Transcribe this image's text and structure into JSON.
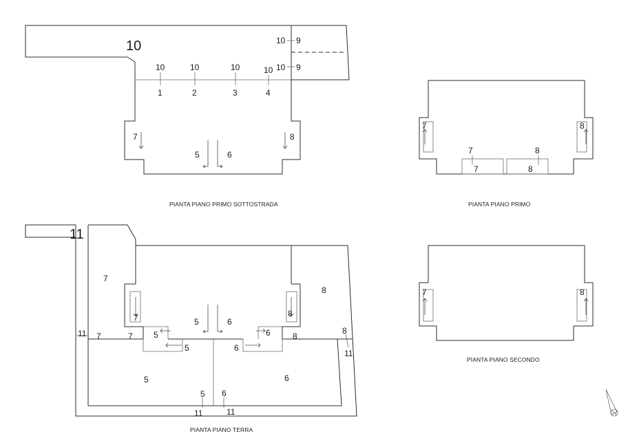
{
  "plans": {
    "first_basement": {
      "title": "PIANTA PIANO PRIMO SOTTOSTRADA",
      "sector_label": "10",
      "labels": [
        "10",
        "9",
        "10",
        "10",
        "10",
        "10",
        "10",
        "9",
        "1",
        "2",
        "3",
        "4",
        "7",
        "8",
        "5",
        "6"
      ]
    },
    "first_floor": {
      "title": "PIANTA PIANO PRIMO",
      "labels": [
        "7",
        "8",
        "7",
        "8",
        "7",
        "8"
      ]
    },
    "ground_floor": {
      "title": "PIANTA PIANO TERRA",
      "sector_label": "11",
      "labels": [
        "7",
        "8",
        "7",
        "8",
        "5",
        "6",
        "11",
        "7",
        "7",
        "5",
        "6",
        "8",
        "8",
        "5",
        "6",
        "11",
        "5",
        "6",
        "5",
        "6",
        "11",
        "11"
      ]
    },
    "second_floor": {
      "title": "PIANTA PIANO SECONDO",
      "labels": [
        "7",
        "8"
      ]
    }
  },
  "icons": {
    "north_arrow": "north-arrow-icon"
  }
}
